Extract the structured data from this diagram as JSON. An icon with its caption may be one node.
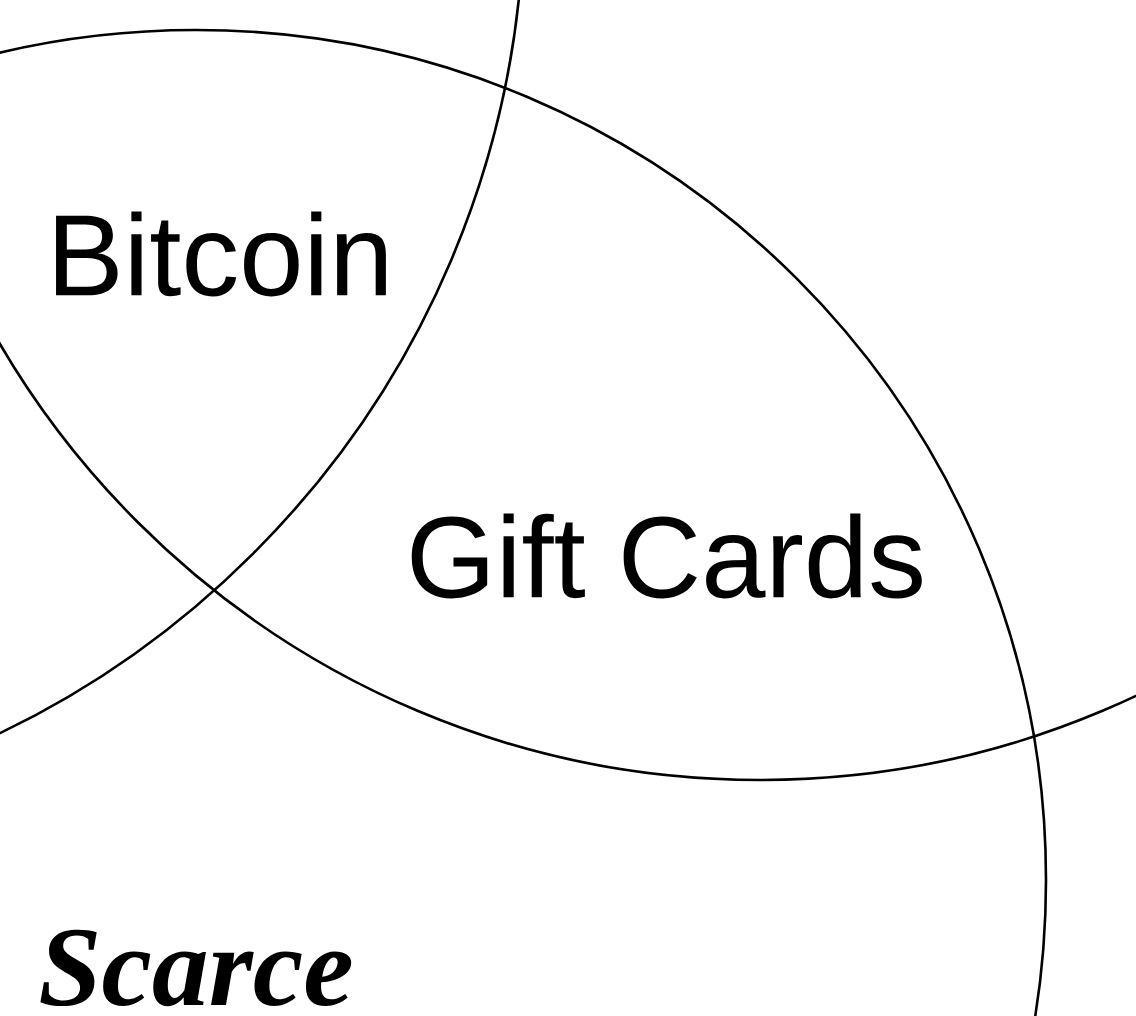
{
  "diagram": {
    "labels": [
      "Bitcoin",
      "Gift Cards",
      "Scarce"
    ]
  }
}
